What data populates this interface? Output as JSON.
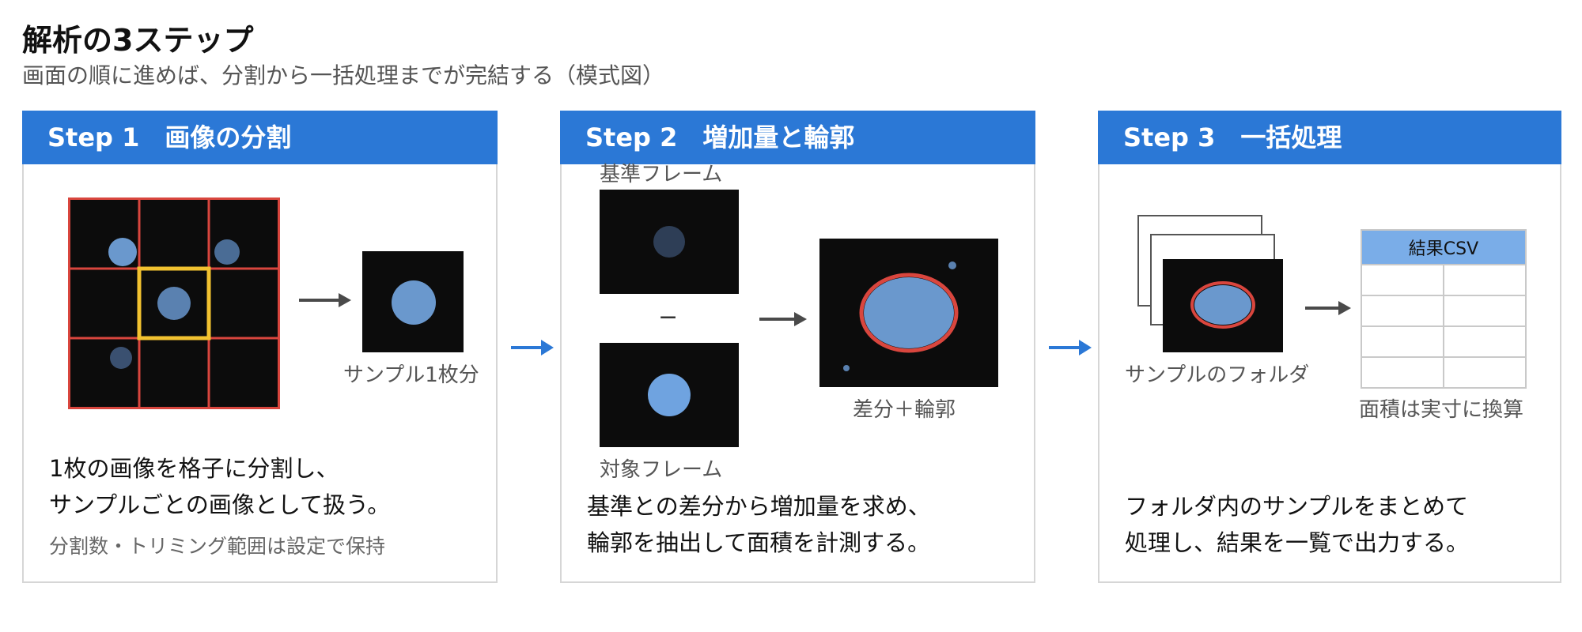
{
  "header": {
    "title": "解析の3ステップ",
    "subtitle": "画面の順に進めば、分割から一括処理までが完結する（模式図）"
  },
  "steps": [
    {
      "heading": "Step 1　画像の分割",
      "sample_label": "サンプル1枚分",
      "description": [
        "1枚の画像を格子に分割し、",
        "サンプルごとの画像として扱う。"
      ],
      "note": "分割数・トリミング範囲は設定で保持"
    },
    {
      "heading": "Step 2　増加量と輪郭",
      "reference_label": "基準フレーム",
      "minus_sign": "−",
      "target_label": "対象フレーム",
      "result_label": "差分＋輪郭",
      "description": [
        "基準との差分から増加量を求め、",
        "輪郭を抽出して面積を計測する。"
      ]
    },
    {
      "heading": "Step 3　一括処理",
      "folder_label": "サンプルのフォルダ",
      "csv_header": "結果CSV",
      "csv_label": "面積は実寸に換算",
      "description": [
        "フォルダ内のサンプルをまとめて",
        "処理し、結果を一覧で出力する。"
      ]
    }
  ],
  "colors": {
    "header_blue": "#2b78d6",
    "grid_red": "#d9463e",
    "highlight_yellow": "#f2c230",
    "cell_blue": "#6a98cd",
    "arrow_gray": "#4a4a4a",
    "arrow_blue": "#2b78d6",
    "csv_header": "#7aade8"
  },
  "icons": {
    "flow_arrow": "right-arrow-icon",
    "step_arrow": "blue-right-arrow-icon"
  }
}
